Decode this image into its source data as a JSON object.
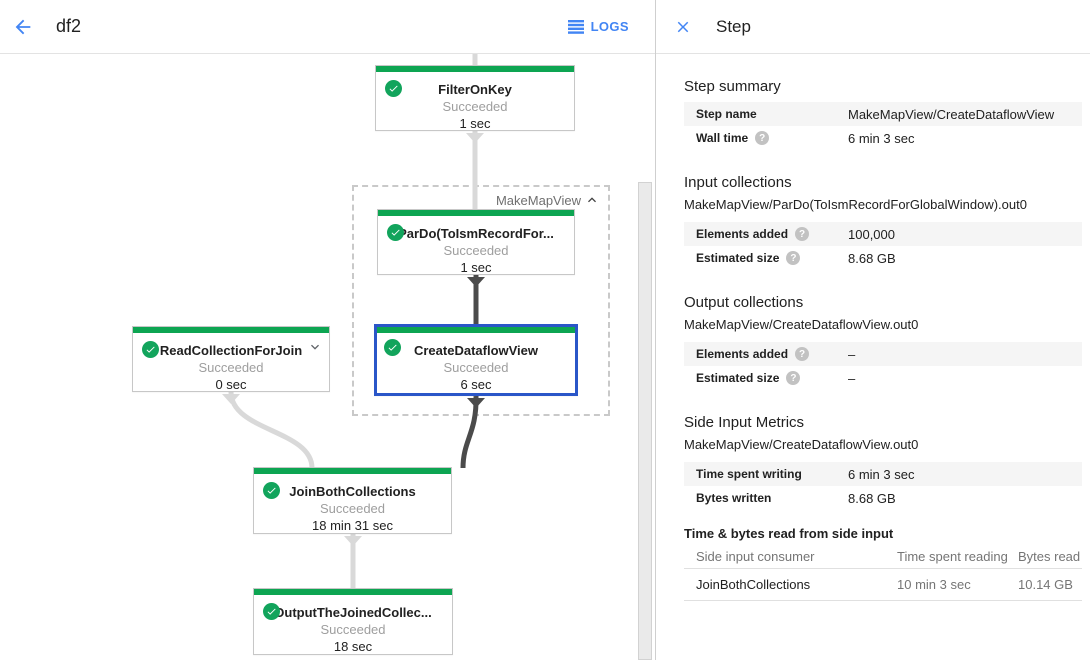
{
  "topbar": {
    "title": "df2",
    "logs_label": "LOGS"
  },
  "panel": {
    "title": "Step",
    "step_summary": {
      "title": "Step summary",
      "rows": [
        {
          "key": "Step name",
          "value": "MakeMapView/CreateDataflowView"
        },
        {
          "key": "Wall time",
          "value": "6 min 3 sec"
        }
      ]
    },
    "input_collections": {
      "title": "Input collections",
      "collection": "MakeMapView/ParDo(ToIsmRecordForGlobalWindow).out0",
      "rows": [
        {
          "key": "Elements added",
          "value": "100,000"
        },
        {
          "key": "Estimated size",
          "value": "8.68 GB"
        }
      ]
    },
    "output_collections": {
      "title": "Output collections",
      "collection": "MakeMapView/CreateDataflowView.out0",
      "rows": [
        {
          "key": "Elements added",
          "value": "–"
        },
        {
          "key": "Estimated size",
          "value": "–"
        }
      ]
    },
    "side_input_metrics": {
      "title": "Side Input Metrics",
      "collection": "MakeMapView/CreateDataflowView.out0",
      "rows": [
        {
          "key": "Time spent writing",
          "value": "6 min 3 sec"
        },
        {
          "key": "Bytes written",
          "value": "8.68 GB"
        }
      ]
    },
    "side_input_table": {
      "title": "Time & bytes read from side input",
      "columns": [
        "Side input consumer",
        "Time spent reading",
        "Bytes read"
      ],
      "rows": [
        {
          "consumer": "JoinBothCollections",
          "time": "10 min 3 sec",
          "bytes": "10.14 GB"
        }
      ]
    }
  },
  "graph": {
    "group_label": "MakeMapView",
    "nodes": [
      {
        "title": "FilterOnKey",
        "status": "Succeeded",
        "time": "1 sec"
      },
      {
        "title": "ParDo(ToIsmRecordFor...",
        "status": "Succeeded",
        "time": "1 sec"
      },
      {
        "title": "CreateDataflowView",
        "status": "Succeeded",
        "time": "6 sec"
      },
      {
        "title": "ReadCollectionForJoin",
        "status": "Succeeded",
        "time": "0 sec"
      },
      {
        "title": "JoinBothCollections",
        "status": "Succeeded",
        "time": "18 min 31 sec"
      },
      {
        "title": "OutputTheJoinedCollec...",
        "status": "Succeeded",
        "time": "18 sec"
      }
    ]
  },
  "colors": {
    "accent_blue": "#4285f4",
    "success_green": "#0da552",
    "selected_border_blue": "#2a56c8",
    "edge_light": "#d9d9d9",
    "edge_dark": "#4b4b4b",
    "row_alt_bg": "#f5f5f5"
  }
}
